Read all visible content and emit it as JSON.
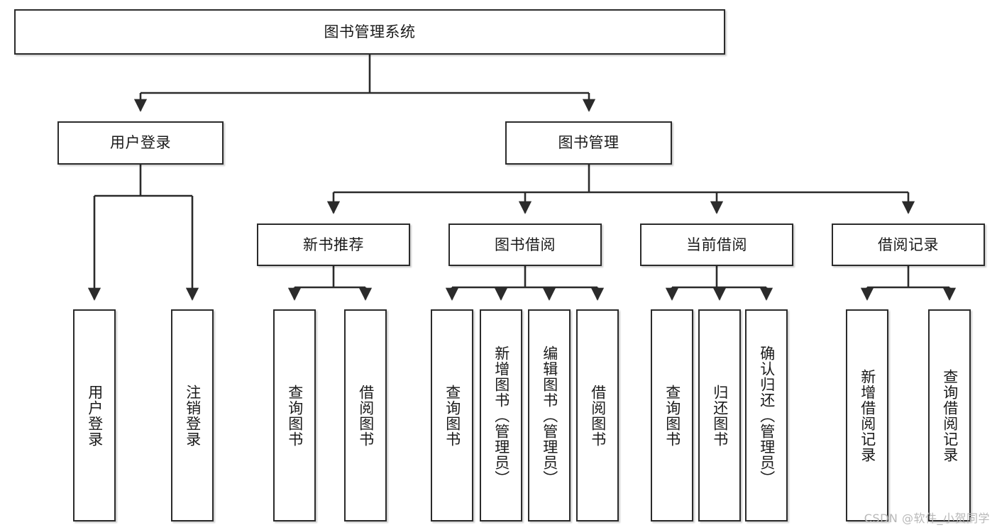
{
  "diagram": {
    "title": "图书管理系统",
    "type": "tree-hierarchy-diagram",
    "watermark": "CSDN @软件_小贺同学",
    "colors": {
      "box_border": "#2b2b2b",
      "box_fill": "#ffffff",
      "edge": "#2b2b2b",
      "text": "#1a1a1a",
      "watermark": "#b8b8b8",
      "background": "#ffffff"
    },
    "nodes": {
      "root": {
        "label": "图书管理系统"
      },
      "level1": [
        {
          "id": "user-login",
          "label": "用户登录"
        },
        {
          "id": "book-management",
          "label": "图书管理"
        }
      ],
      "level2": [
        {
          "id": "new-book-recommend",
          "label": "新书推荐"
        },
        {
          "id": "book-borrow",
          "label": "图书借阅"
        },
        {
          "id": "current-borrow",
          "label": "当前借阅"
        },
        {
          "id": "borrow-record",
          "label": "借阅记录"
        }
      ],
      "leaves": {
        "user-login": [
          {
            "id": "leaf-user-login",
            "label": "用户登录"
          },
          {
            "id": "leaf-logout-login",
            "label": "注销登录"
          }
        ],
        "new-book-recommend": [
          {
            "id": "leaf-query-book-1",
            "label": "查询图书"
          },
          {
            "id": "leaf-borrow-book-1",
            "label": "借阅图书"
          }
        ],
        "book-borrow": [
          {
            "id": "leaf-query-book-2",
            "label": "查询图书"
          },
          {
            "id": "leaf-add-book",
            "label": "新增图书（管理员）"
          },
          {
            "id": "leaf-edit-book",
            "label": "编辑图书（管理员）"
          },
          {
            "id": "leaf-borrow-book-2",
            "label": "借阅图书"
          }
        ],
        "current-borrow": [
          {
            "id": "leaf-query-book-3",
            "label": "查询图书"
          },
          {
            "id": "leaf-return-book",
            "label": "归还图书"
          },
          {
            "id": "leaf-confirm-return",
            "label": "确认归还（管理员）"
          }
        ],
        "borrow-record": [
          {
            "id": "leaf-add-record",
            "label": "新增借阅记录"
          },
          {
            "id": "leaf-query-record",
            "label": "查询借阅记录"
          }
        ]
      }
    }
  }
}
